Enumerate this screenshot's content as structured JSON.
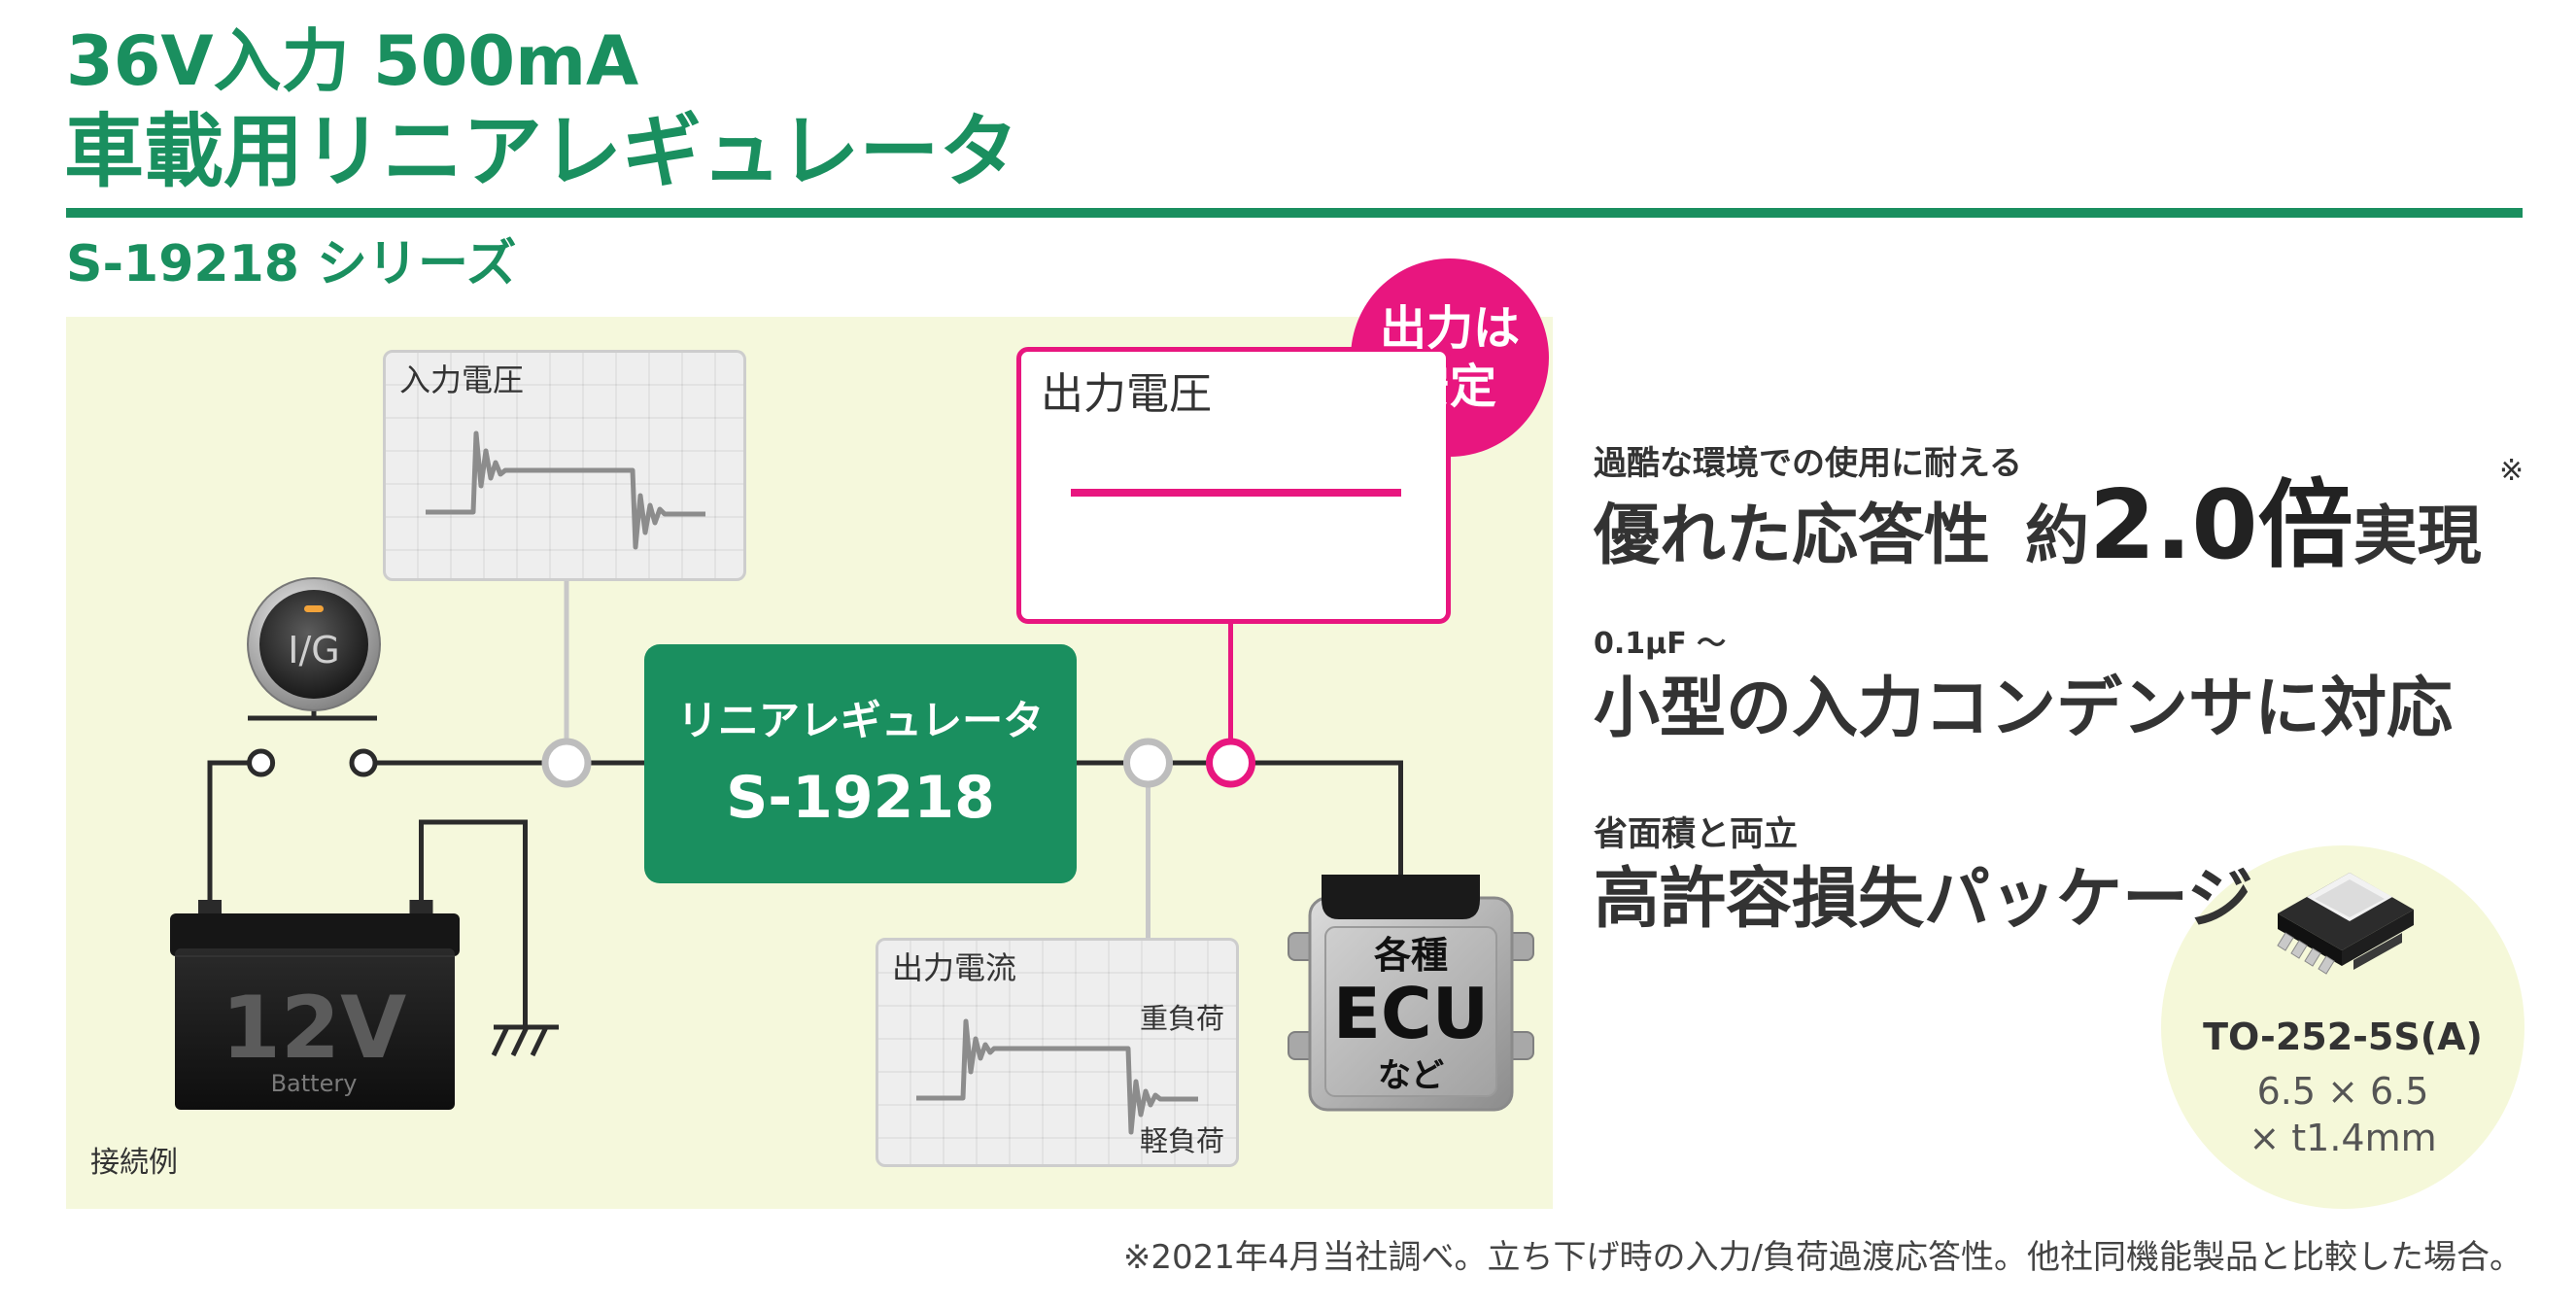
{
  "header": {
    "title_line1": "36V入力 500mA",
    "title_line2": "車載用リニアレギュレータ",
    "series": "S-19218 シリーズ"
  },
  "diagram": {
    "input_voltage": "入力電圧",
    "output_voltage": "出力電圧",
    "output_current": "出力電流",
    "heavy_load": "重負荷",
    "light_load": "軽負荷",
    "stable_callout": {
      "line1": "出力は",
      "line2": "安定"
    },
    "ignition_switch": "I/G",
    "regulator": {
      "line1": "リニアレギュレータ",
      "line2": "S-19218"
    },
    "battery": {
      "voltage": "12V",
      "label": "Battery"
    },
    "ecu": {
      "line1": "各種",
      "line2": "ECU",
      "line3": "など"
    },
    "caption": "接続例"
  },
  "features": [
    {
      "lead": "過酷な環境での使用に耐える",
      "headline": "優れた応答性",
      "prefix": "約",
      "highlight": "2.0倍",
      "suffix": "実現",
      "note_mark": "※"
    },
    {
      "lead": "0.1μF ～",
      "headline": "小型の入力コンデンサに対応"
    },
    {
      "lead": "省面積と両立",
      "headline": "高許容損失パッケージ"
    }
  ],
  "package": {
    "name": "TO-252-5S(A)",
    "size_line1": "6.5 × 6.5",
    "size_line2": "× t1.4mm"
  },
  "footnote": "※2021年4月当社調べ。立ち下げ時の入力/負荷過渡応答性。他社同機能製品と比較した場合。",
  "colors": {
    "brand_green": "#1a8f5f",
    "accent_pink": "#e8167f",
    "panel_background": "#f5f8dc"
  }
}
